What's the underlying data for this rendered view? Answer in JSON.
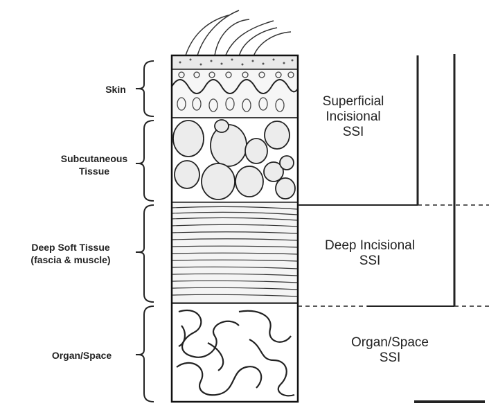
{
  "layers": {
    "skin": "Skin",
    "subcutaneous_line1": "Subcutaneous",
    "subcutaneous_line2": "Tissue",
    "deep_soft_line1": "Deep Soft Tissue",
    "deep_soft_line2": "(fascia & muscle)",
    "organ_space": "Organ/Space"
  },
  "categories": {
    "superficial_line1": "Superficial",
    "superficial_line2": "Incisional",
    "superficial_line3": "SSI",
    "deep_line1": "Deep Incisional",
    "deep_line2": "SSI",
    "organ_line1": "Organ/Space",
    "organ_line2": "SSI"
  }
}
